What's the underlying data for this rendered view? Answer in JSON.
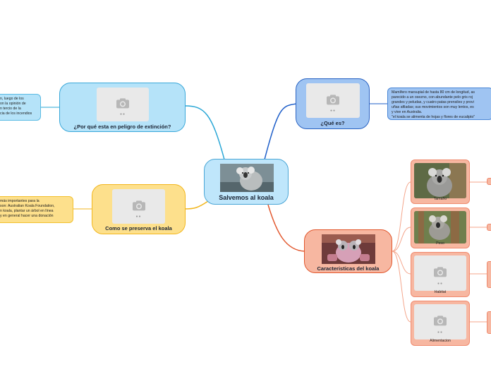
{
  "central": {
    "title": "Salvemos al koala"
  },
  "branches": {
    "que_es": {
      "title": "¿Qué es?"
    },
    "peligro": {
      "title": "¿Por qué esta en peligro de extinción?"
    },
    "preserva": {
      "title": "Como se preserva el koala"
    },
    "caracteristicas": {
      "title": "Caracteristicas del koala"
    }
  },
  "notes": {
    "que_es": "Mamífero marsupial de hasta 80 cm de longitud, as\nparecido a un osezno, con abundante pelo gris roj\ngrandes y peludas, y cuatro patas prensiles y provi\nuñas afiladas; sus movimientos son muy lentos, es\ny vive en Australia.\n\"el koala se alimenta de hojas y flores de eucalipto\"",
    "peligro": "n, luego de los\non la opinión de\nn tercio de la\ncia de los incendios",
    "preserva": "más importantes para la\nson: Australian Koala Foundation,\nn koala, plantar un árbol en línea\ny en general hacer una donación"
  },
  "caracteristicas_items": [
    {
      "label": "Tamaño"
    },
    {
      "label": "Peso"
    },
    {
      "label": "Habitat"
    },
    {
      "label": "Alimentacion"
    }
  ],
  "colors": {
    "blue": "#9fc4f2",
    "cyan": "#b5e3f9",
    "yellow": "#fde08c",
    "salmon": "#f7b7a1",
    "central": "#bfe6fb"
  }
}
